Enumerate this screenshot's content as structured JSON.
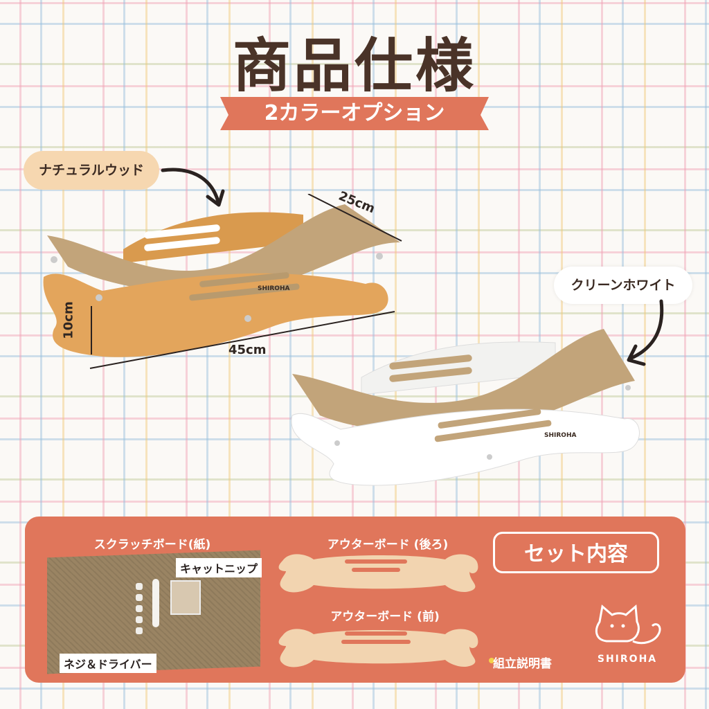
{
  "title": "商品仕様",
  "subtitle": "2カラーオプション",
  "colors": {
    "brown_text": "#4a3328",
    "ribbon": "#e0765b",
    "natural_wood": "#e3a55c",
    "cardboard": "#b89a6e",
    "panel": "#e0765b"
  },
  "products": {
    "natural": {
      "label": "ナチュラルウッド",
      "brand": "SHIROHA"
    },
    "white": {
      "label": "クリーンホワイト",
      "brand": "SHIROHA"
    }
  },
  "dimensions": {
    "depth": "25cm",
    "height": "10cm",
    "width": "45cm"
  },
  "set_contents": {
    "badge": "セット内容",
    "scratch_board": "スクラッチボード(紙)",
    "catnip": "キャットニップ",
    "screws": "ネジ＆ドライバー",
    "outer_back": "アウターボード (後ろ)",
    "outer_front": "アウターボード (前)",
    "manual": "組立説明書",
    "brand": "SHIROHA"
  }
}
